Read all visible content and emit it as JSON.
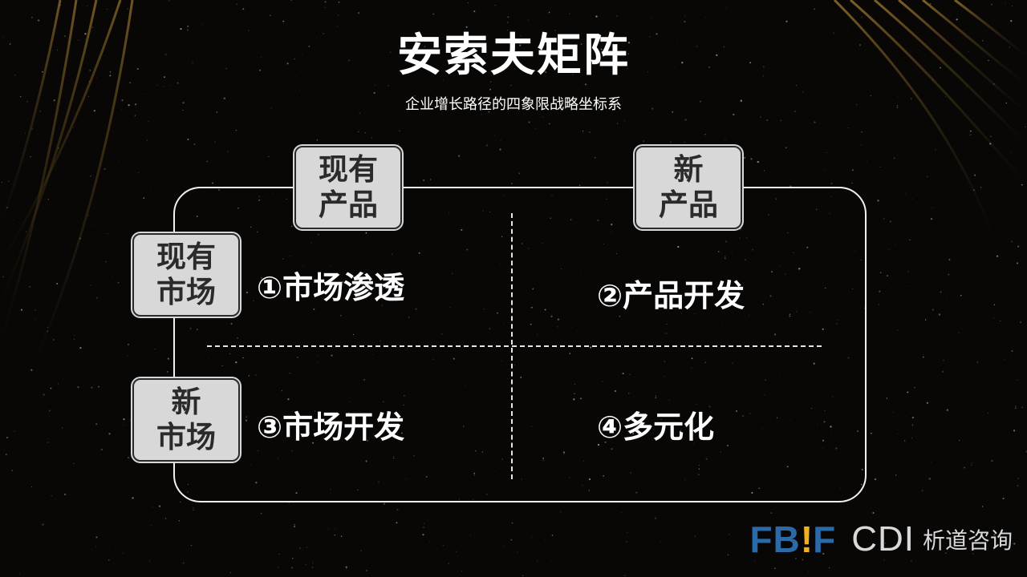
{
  "title": "安索夫矩阵",
  "subtitle": "企业增长路径的四象限战略坐标系",
  "column_labels": [
    {
      "line1": "现有",
      "line2": "产品"
    },
    {
      "line1": "新",
      "line2": "产品"
    }
  ],
  "row_labels": [
    {
      "line1": "现有",
      "line2": "市场"
    },
    {
      "line1": "新",
      "line2": "市场"
    }
  ],
  "quadrants": [
    {
      "label": "①市场渗透"
    },
    {
      "label": "②产品开发"
    },
    {
      "label": "③市场开发"
    },
    {
      "label": "④多元化"
    }
  ],
  "logo": {
    "fb": "FB",
    "exclaim": "!",
    "f": "F",
    "cdi": "CDI",
    "cn": "析道咨询"
  },
  "colors": {
    "background": "#080706",
    "gold_lines": "#8a6a2a",
    "tag_fill": "#d8d8d8",
    "logo_blue": "#2a6aa8",
    "logo_yellow": "#f2b01e"
  }
}
